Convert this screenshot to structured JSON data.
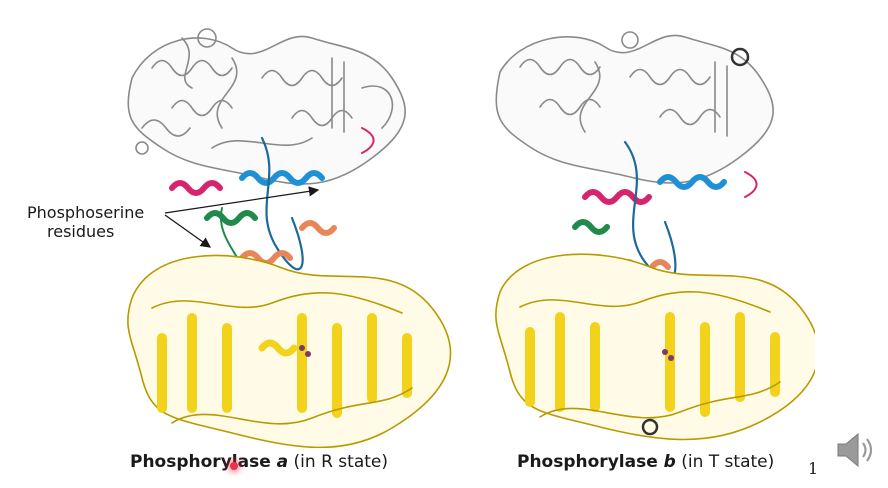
{
  "slide": {
    "annotation_line1": "Phosphoserine",
    "annotation_line2": "residues",
    "caption_a_name": "Phosphorylase ",
    "caption_a_letter": "a",
    "caption_a_state": " (in R state)",
    "caption_b_name": "Phosphorylase ",
    "caption_b_letter": "b",
    "caption_b_state": " (in T state)",
    "page_number": "1"
  },
  "icons": {
    "speaker": "speaker-icon",
    "pointer": "laser-pointer-icon"
  },
  "colors": {
    "upper_domain": "#9a9a9a",
    "lower_domain": "#f2d21a",
    "helix_blue": "#1e90d6",
    "helix_magenta": "#d6246e",
    "helix_green": "#1f8a4c",
    "helix_orange": "#e8865a"
  }
}
